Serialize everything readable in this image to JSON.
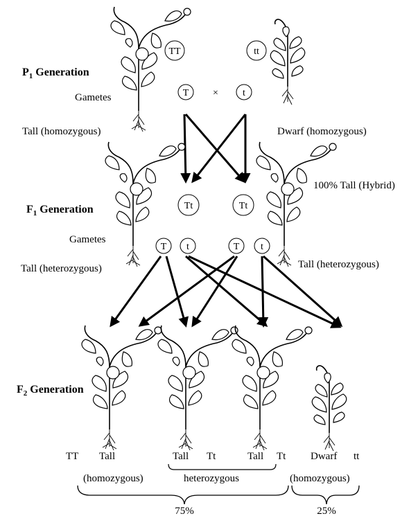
{
  "p1": {
    "generation_label": "P",
    "generation_sub": "1",
    "generation_word": " Generation",
    "gametes_label": "Gametes",
    "left_genotype": "TT",
    "right_genotype": "tt",
    "left_gamete": "T",
    "cross_symbol": "×",
    "right_gamete": "t",
    "left_phenotype": "Tall (homozygous)",
    "right_phenotype": "Dwarf (homozygous)"
  },
  "f1": {
    "generation_label": "F",
    "generation_sub": "1",
    "generation_word": " Generation",
    "offspring_left": "Tt",
    "offspring_right": "Tt",
    "summary": "100% Tall  (Hybrid)",
    "gametes_label": "Gametes",
    "gametes": [
      "T",
      "t",
      "T",
      "t"
    ],
    "left_phenotype": "Tall (heterozygous)",
    "right_phenotype": "Tall  (heterozygous)"
  },
  "f2": {
    "generation_label": "F",
    "generation_sub": "2",
    "generation_word": " Generation",
    "genotypes": [
      {
        "genotype": "TT",
        "phenotype": "Tall"
      },
      {
        "genotype": "Tt",
        "phenotype": "Tall"
      },
      {
        "genotype": "Tt",
        "phenotype": "Tall"
      },
      {
        "genotype": "tt",
        "phenotype": "Dwarf"
      }
    ],
    "homozygous_left": "(homozygous)",
    "heterozygous": "heterozygous",
    "homozygous_right": "(homozygous)",
    "percent_tall": "75%",
    "percent_dwarf": "25%"
  }
}
